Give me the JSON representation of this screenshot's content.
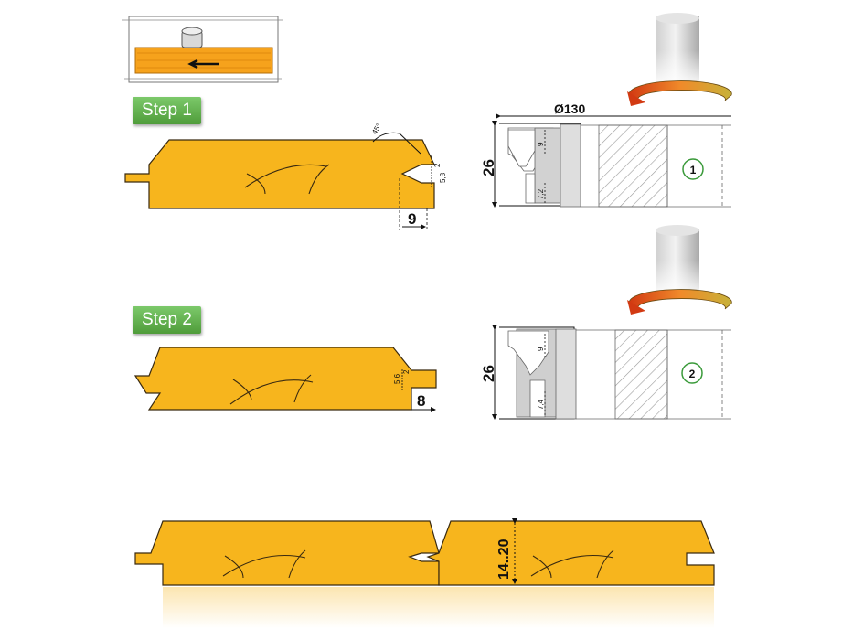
{
  "steps": [
    {
      "label": "Step 1"
    },
    {
      "label": "Step 2"
    }
  ],
  "step1": {
    "angle": "45°",
    "lip_height": "2",
    "groove_height": "5,8",
    "groove_depth": "9"
  },
  "step2": {
    "lip_height": "2",
    "tongue_height": "5,6",
    "tongue_length": "8"
  },
  "cutter1": {
    "diameter": "Ø130",
    "height": "26",
    "upper_dim": "9",
    "lower_dim": "7,2",
    "number": "1"
  },
  "cutter2": {
    "height": "26",
    "upper_dim": "9",
    "lower_dim": "7,4",
    "number": "2"
  },
  "joined": {
    "thickness": "14..20"
  },
  "colors": {
    "wood": "#f7b51d",
    "wood_edge": "#3a2a10",
    "step_badge": "#5aa845",
    "number_circle": "#3a9a3a",
    "cutter_hatch": "#b5b5b5",
    "arrow_orange": "#e86a1e"
  }
}
